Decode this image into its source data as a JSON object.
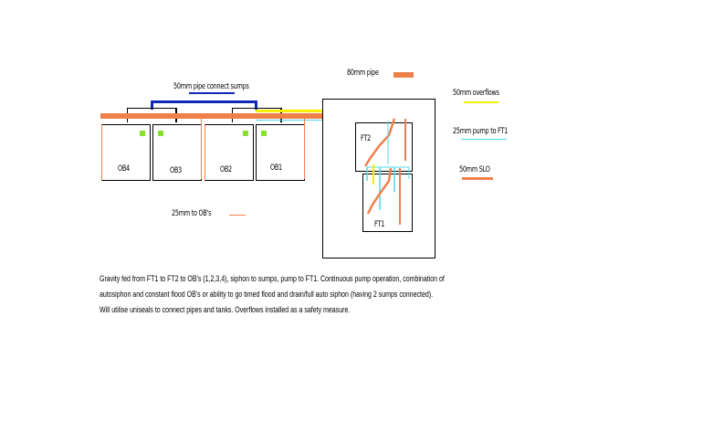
{
  "diagram": {
    "legend": [
      {
        "label": "80mm pipe",
        "color": "#f0804a",
        "style": "thick"
      },
      {
        "label": "50mm pipe connect sumps",
        "color": "#1028b8",
        "style": "medium"
      },
      {
        "label": "50mm overflows",
        "color": "#f4f000",
        "style": "medium"
      },
      {
        "label": "25mm pump to FT1",
        "color": "#50d8e8",
        "style": "thin"
      },
      {
        "label": "50mm SLO",
        "color": "#f0804a",
        "style": "medium"
      },
      {
        "label": "25mm to OB's",
        "color": "#f0804a",
        "style": "thin"
      }
    ],
    "grow_beds": [
      {
        "label": "OB4"
      },
      {
        "label": "OB3"
      },
      {
        "label": "OB2"
      },
      {
        "label": "OB1"
      }
    ],
    "tanks": [
      {
        "label": "FT2"
      },
      {
        "label": "FT1"
      }
    ],
    "colors": {
      "orange": "#f0804a",
      "blue": "#1028b8",
      "yellow": "#f4f000",
      "cyan": "#50d8e8",
      "green": "#88e030",
      "black": "#000000"
    },
    "description": [
      "Gravity fed from FT1 to FT2 to OB's (1,2,3,4), siphon to sumps, pump to FT1. Continuous pump operation, combination of",
      "autosiphon and constant flood OB's or ability to go timed flood and drain/full auto siphon (having 2 sumps connected).",
      "Will utilise uniseals to connect pipes and tanks. Overflows installed as a safety measure."
    ]
  }
}
